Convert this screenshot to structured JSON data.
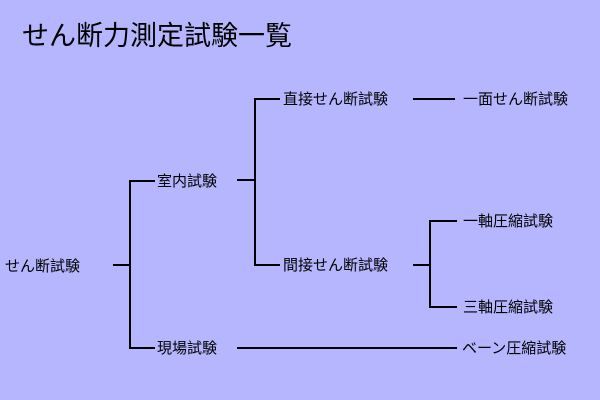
{
  "title": "せん断力測定試験一覧",
  "nodes": {
    "root": "せん断試験",
    "lab": "室内試験",
    "field": "現場試験",
    "direct": "直接せん断試験",
    "indirect": "間接せん断試験",
    "single_plane": "一面せん断試験",
    "unconfined": "一軸圧縮試験",
    "triaxial": "三軸圧縮試験",
    "vane": "ベーン圧縮試験"
  }
}
